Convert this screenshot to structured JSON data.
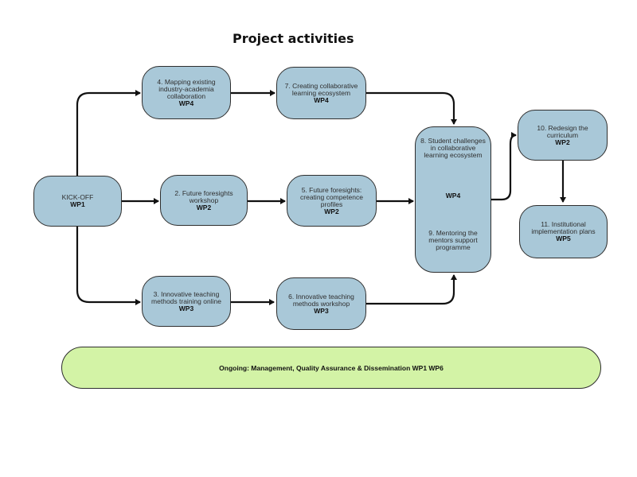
{
  "title": "Project activities",
  "nodes": {
    "kickoff": {
      "label": "KICK-OFF",
      "wp": "WP1"
    },
    "n2": {
      "label": "2. Future foresights workshop",
      "wp": "WP2"
    },
    "n3": {
      "label": "3. Innovative teaching methods training online",
      "wp": "WP3"
    },
    "n4": {
      "label": "4. Mapping existing industry-academia collaboration",
      "wp": "WP4"
    },
    "n5": {
      "label": "5. Future foresights: creating competence profiles",
      "wp": "WP2"
    },
    "n6": {
      "label": "6. Innovative teaching methods workshop",
      "wp": "WP3"
    },
    "n7": {
      "label": "7. Creating collaborative learning ecosystem",
      "wp": "WP4"
    },
    "n89": {
      "label": "8. Student challenges in collaborative learning ecosystem",
      "wp": "WP4",
      "label2": "9. Mentoring the mentors support programme"
    },
    "n10": {
      "label": "10. Redesign the curriculum",
      "wp": "WP2"
    },
    "n11": {
      "label": "11. Institutional implementation plans",
      "wp": "WP5"
    }
  },
  "ongoing": "Ongoing: Management, Quality Assurance & Dissemination WP1 WP6"
}
